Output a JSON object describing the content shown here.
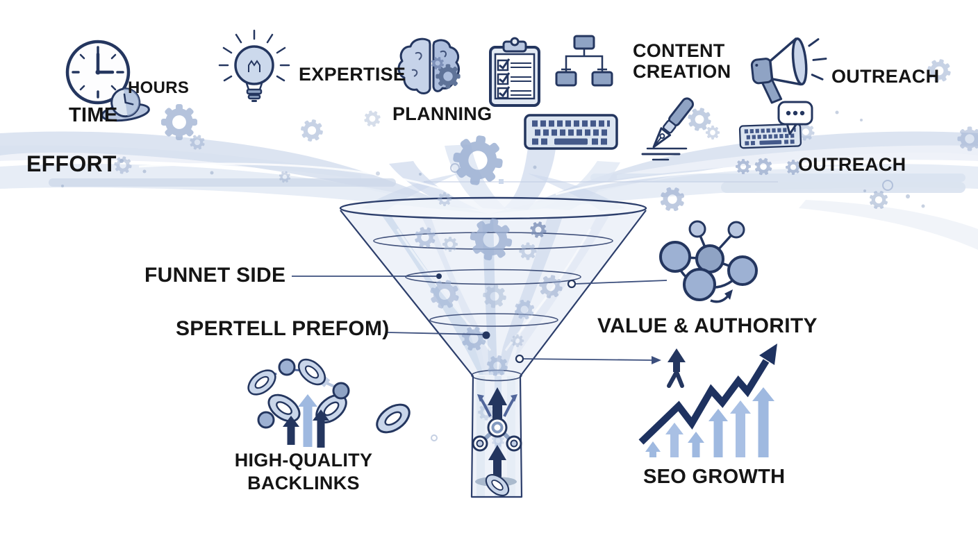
{
  "labels": {
    "time": "TIME",
    "hours": "HOURS",
    "effort": "EFFORT",
    "expertise": "EXPERTISE",
    "planning": "PLANNING",
    "content_creation_1": "CONTENT",
    "content_creation_2": "CREATION",
    "outreach_top": "OUTREACH",
    "outreach_mid": "OUTREACH",
    "funnel_side": "FUNNET SIDE",
    "funnel_bottom": "SPERTELL PREFOM)",
    "value_authority": "VALUE & AUTHORITY",
    "backlinks_1": "HIGH-QUALITY",
    "backlinks_2": "BACKLINKS",
    "seo_growth": "SEO GROWTH"
  },
  "icons": [
    "clock-icon",
    "stopwatch-icon",
    "lightbulb-icon",
    "brain-gear-icon",
    "clipboard-checklist-icon",
    "sitemap-icon",
    "megaphone-icon",
    "keyboard-icon-left",
    "keyboard-icon-right",
    "pen-icon",
    "chat-bubble-icon",
    "network-graph-icon",
    "backlinks-cluster-icon",
    "person-arrow-icon",
    "growth-chart-icon",
    "funnel",
    "gear-icon",
    "chain-link-icon"
  ],
  "colors": {
    "navy": "#24365f",
    "slate": "#51669b",
    "steel": "#8fa3c4",
    "light_blue": "#c9d6ea",
    "pale_blue": "#e4ebf5",
    "arrow_light": "#9fb9e0",
    "text": "#151515",
    "background": "#ffffff"
  }
}
